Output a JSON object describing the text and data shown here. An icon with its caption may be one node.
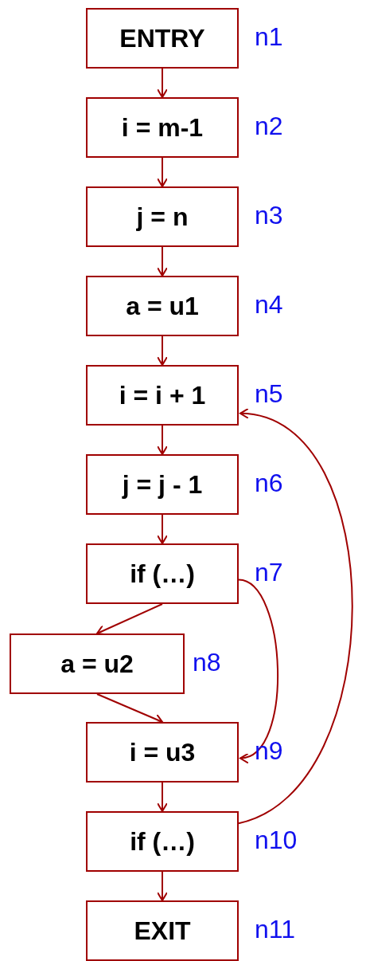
{
  "diagram": {
    "nodes": [
      {
        "text": [
          "ENTRY"
        ],
        "beside": [
          "n1"
        ]
      },
      {
        "text": [
          "i = m-1"
        ],
        "beside": [
          "n2"
        ]
      },
      {
        "text": [
          "j = n"
        ],
        "beside": [
          "n3"
        ]
      },
      {
        "text": [
          "a = u1"
        ],
        "beside": [
          "n4"
        ]
      },
      {
        "text": [
          "i = i + 1"
        ],
        "beside": [
          "n5"
        ]
      },
      {
        "text": [
          "j = j - 1"
        ],
        "beside": [
          "n6"
        ]
      },
      {
        "text": [
          "if (…)"
        ],
        "beside": [
          "n7"
        ]
      },
      {
        "text": [
          "a = u2"
        ],
        "beside": [
          "n8"
        ]
      },
      {
        "text": [
          "i = u3"
        ],
        "beside": [
          "n9"
        ]
      },
      {
        "text": [
          "if (…)"
        ],
        "beside": [
          "n10"
        ]
      },
      {
        "text": [
          "EXIT"
        ],
        "beside": [
          "n11"
        ]
      }
    ],
    "edges": [
      {
        "from": 0,
        "to": 1,
        "arrow": "to"
      },
      {
        "from": 1,
        "to": 2,
        "arrow": "to"
      },
      {
        "from": 2,
        "to": 3,
        "arrow": "to"
      },
      {
        "from": 3,
        "to": 4,
        "arrow": "to"
      },
      {
        "from": 4,
        "to": 5,
        "arrow": "to"
      },
      {
        "from": 5,
        "to": 6,
        "arrow": "to"
      },
      {
        "from": 6,
        "to": 7,
        "arrow": "to"
      },
      {
        "from": 7,
        "to": 8,
        "arrow": "to"
      },
      {
        "from": 6,
        "to": 8,
        "arrow": "to"
      },
      {
        "from": 8,
        "to": 9,
        "arrow": "to"
      },
      {
        "from": 9,
        "to": 10,
        "arrow": "to"
      },
      {
        "from": 9,
        "to": 4,
        "arrow": "to"
      }
    ]
  }
}
